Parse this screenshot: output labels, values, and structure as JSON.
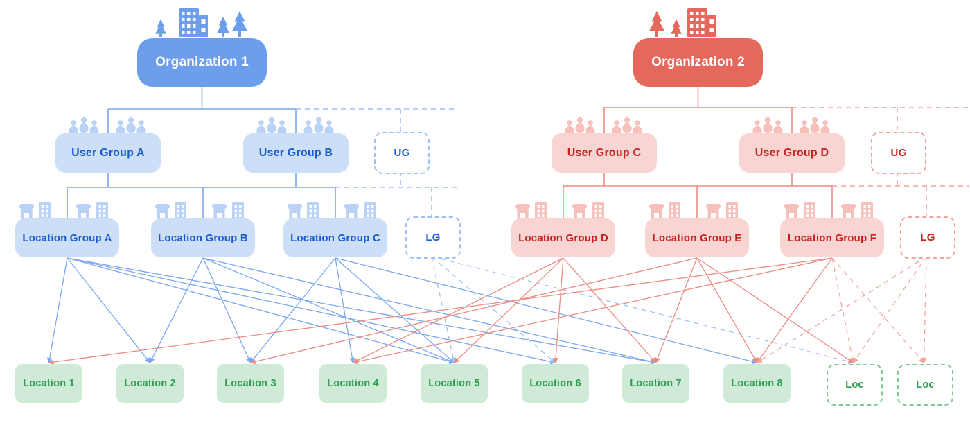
{
  "diagram": {
    "colors": {
      "blue_strong": "#6D9EEB",
      "blue_fill": "#CDDFF7",
      "blue_text": "#1A5BD0",
      "blue_line": "#7BA7F0",
      "blue_line_light": "#9FC0F4",
      "blue_icon": "#B9D2F6",
      "red_strong": "#E5685C",
      "red_fill": "#F8D5D2",
      "red_text": "#C5221F",
      "red_line": "#EC8B82",
      "red_line_light": "#F2A49D",
      "red_icon": "#F6C0BB",
      "green_fill": "#CFEAD7",
      "green_text": "#2E9E50",
      "green_border": "#7FC996"
    },
    "icons": {
      "organization": "city-building-and-trees-icon",
      "user_group": "people-group-icon",
      "location_group": "storefront-and-building-icon"
    },
    "nodes": {
      "org1": {
        "label": "Organization 1",
        "kind": "organization"
      },
      "org2": {
        "label": "Organization 2",
        "kind": "organization"
      },
      "ugA": {
        "label": "User Group A",
        "kind": "user-group"
      },
      "ugB": {
        "label": "User Group B",
        "kind": "user-group"
      },
      "ugBlue": {
        "label": "UG",
        "kind": "user-group-placeholder"
      },
      "ugC": {
        "label": "User Group C",
        "kind": "user-group"
      },
      "ugD": {
        "label": "User Group D",
        "kind": "user-group"
      },
      "ugRed": {
        "label": "UG",
        "kind": "user-group-placeholder"
      },
      "lgA": {
        "label": "Location Group A",
        "kind": "location-group"
      },
      "lgB": {
        "label": "Location Group B",
        "kind": "location-group"
      },
      "lgC": {
        "label": "Location Group C",
        "kind": "location-group"
      },
      "lgBlue": {
        "label": "LG",
        "kind": "location-group-placeholder"
      },
      "lgD": {
        "label": "Location Group D",
        "kind": "location-group"
      },
      "lgE": {
        "label": "Location Group E",
        "kind": "location-group"
      },
      "lgF": {
        "label": "Location Group F",
        "kind": "location-group"
      },
      "lgRed": {
        "label": "LG",
        "kind": "location-group-placeholder"
      },
      "loc1": {
        "label": "Location 1",
        "kind": "location"
      },
      "loc2": {
        "label": "Location 2",
        "kind": "location"
      },
      "loc3": {
        "label": "Location 3",
        "kind": "location"
      },
      "loc4": {
        "label": "Location 4",
        "kind": "location"
      },
      "loc5": {
        "label": "Location 5",
        "kind": "location"
      },
      "loc6": {
        "label": "Location 6",
        "kind": "location"
      },
      "loc7": {
        "label": "Location 7",
        "kind": "location"
      },
      "loc8": {
        "label": "Location 8",
        "kind": "location"
      },
      "locD1": {
        "label": "Loc",
        "kind": "location-placeholder"
      },
      "locD2": {
        "label": "Loc",
        "kind": "location-placeholder"
      }
    },
    "hierarchy": [
      {
        "bus": "blue1",
        "feeders": [
          {
            "id": "org1",
            "line": "solid"
          }
        ],
        "children": [
          {
            "id": "ugA",
            "line": "solid"
          },
          {
            "id": "ugB",
            "line": "solid"
          },
          {
            "id": "ugBlue",
            "line": "dashed"
          }
        ]
      },
      {
        "bus": "blue2",
        "feeders": [
          {
            "id": "ugA",
            "line": "solid"
          },
          {
            "id": "ugB",
            "line": "solid"
          },
          {
            "id": "ugBlue",
            "line": "dashed"
          }
        ],
        "children": [
          {
            "id": "lgA",
            "line": "solid"
          },
          {
            "id": "lgB",
            "line": "solid"
          },
          {
            "id": "lgC",
            "line": "solid"
          },
          {
            "id": "lgBlue",
            "line": "dashed"
          }
        ]
      },
      {
        "bus": "red1",
        "feeders": [
          {
            "id": "org2",
            "line": "solid"
          }
        ],
        "children": [
          {
            "id": "ugC",
            "line": "solid"
          },
          {
            "id": "ugD",
            "line": "solid"
          },
          {
            "id": "ugRed",
            "line": "dashed"
          }
        ]
      },
      {
        "bus": "red2",
        "feeders": [
          {
            "id": "ugC",
            "line": "solid"
          },
          {
            "id": "ugD",
            "line": "solid"
          },
          {
            "id": "ugRed",
            "line": "dashed"
          }
        ],
        "children": [
          {
            "id": "lgD",
            "line": "solid"
          },
          {
            "id": "lgE",
            "line": "solid"
          },
          {
            "id": "lgF",
            "line": "solid"
          },
          {
            "id": "lgRed",
            "line": "dashed"
          }
        ]
      }
    ],
    "memberships": [
      {
        "from": "lgA",
        "to": [
          "loc1",
          "loc2",
          "loc5",
          "loc6",
          "loc7"
        ],
        "line": "solid",
        "color": "blue"
      },
      {
        "from": "lgB",
        "to": [
          "loc2",
          "loc3",
          "loc5",
          "loc7"
        ],
        "line": "solid",
        "color": "blue"
      },
      {
        "from": "lgC",
        "to": [
          "loc3",
          "loc4",
          "loc5",
          "loc8"
        ],
        "line": "solid",
        "color": "blue"
      },
      {
        "from": "lgBlue",
        "to": [
          "loc5",
          "loc6",
          "locD1"
        ],
        "line": "dashed",
        "color": "blue_light"
      },
      {
        "from": "lgD",
        "to": [
          "loc4",
          "loc5",
          "loc6",
          "loc7"
        ],
        "line": "solid",
        "color": "red"
      },
      {
        "from": "lgE",
        "to": [
          "loc3",
          "loc7",
          "loc8",
          "locD1"
        ],
        "line": "solid",
        "color": "red"
      },
      {
        "from": "lgF",
        "to": [
          "loc1",
          "loc4",
          "loc8"
        ],
        "line": "solid",
        "color": "red"
      },
      {
        "from": "lgF",
        "to": [
          "locD1",
          "locD2"
        ],
        "line": "dashed",
        "color": "red_light"
      },
      {
        "from": "lgRed",
        "to": [
          "loc8",
          "locD1",
          "locD2"
        ],
        "line": "dashed",
        "color": "red_light"
      }
    ]
  }
}
